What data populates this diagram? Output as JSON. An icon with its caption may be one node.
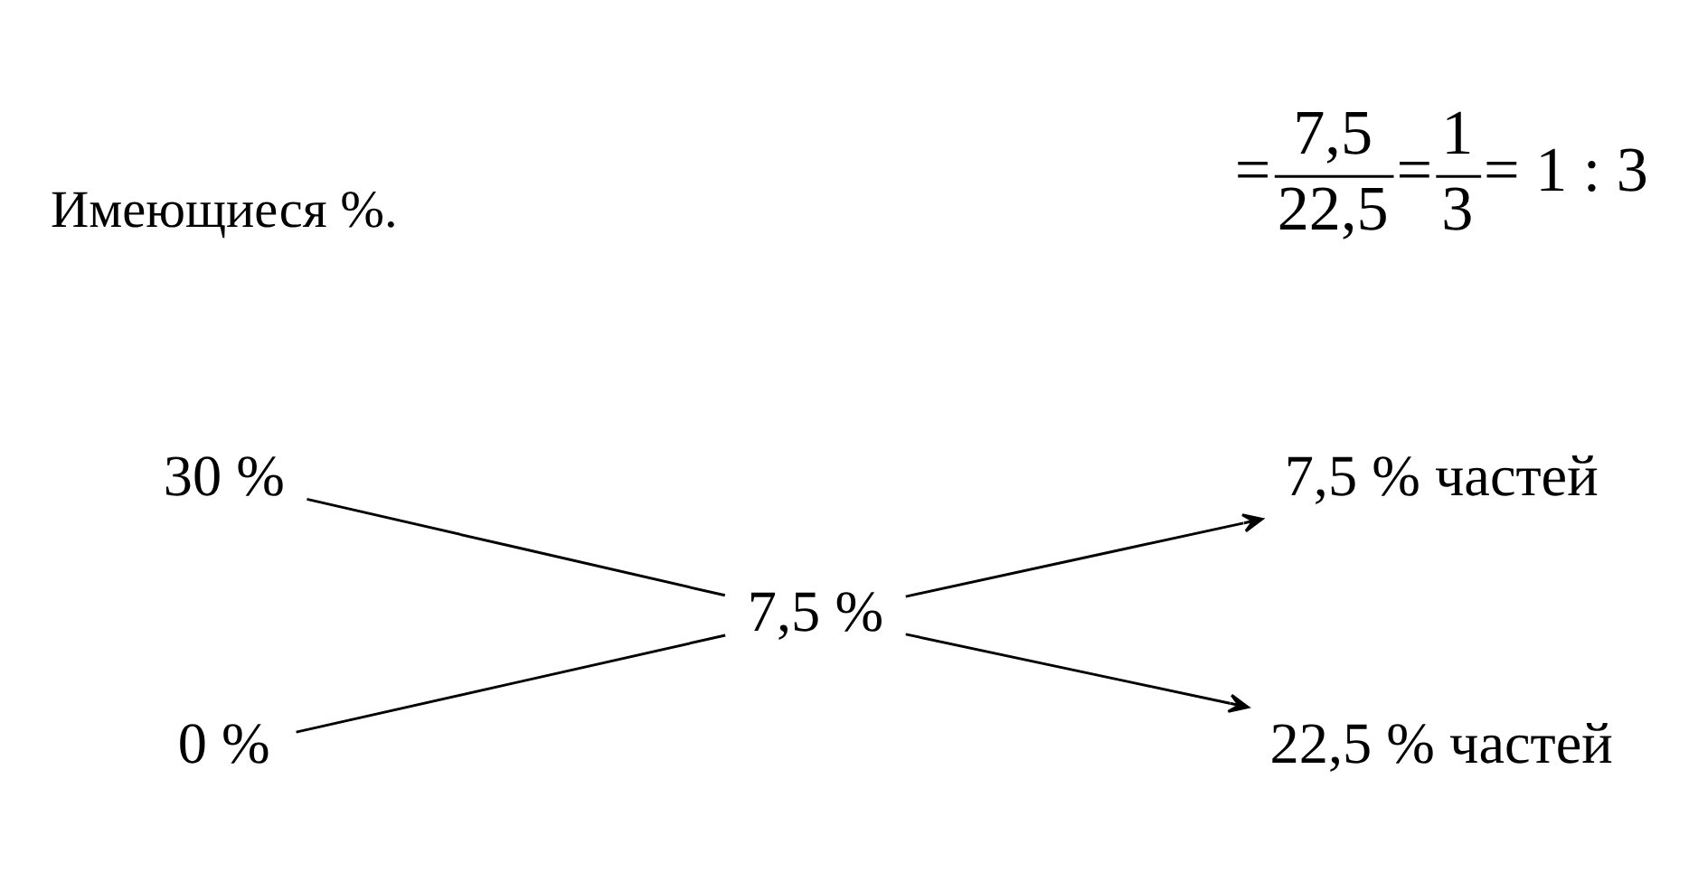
{
  "diagram": {
    "nodes": [
      {
        "text": [
          "30 %"
        ]
      },
      {
        "text": [
          "7,5 % частей"
        ]
      },
      {
        "text": [
          "7,5 %"
        ]
      },
      {
        "text": [
          "0 %"
        ]
      },
      {
        "text": [
          "22,5 % частей"
        ]
      }
    ],
    "edges": [
      {
        "from": 0,
        "to": 2,
        "arrow": "none"
      },
      {
        "from": 2,
        "to": 1,
        "arrow": "to"
      },
      {
        "from": 3,
        "to": 2,
        "arrow": "none"
      },
      {
        "from": 2,
        "to": 4,
        "arrow": "to"
      }
    ],
    "labels": [
      "Имеющиеся %.",
      "=",
      "7,5",
      "22,5",
      "=",
      "1",
      "3",
      "= 1 : 3"
    ]
  }
}
